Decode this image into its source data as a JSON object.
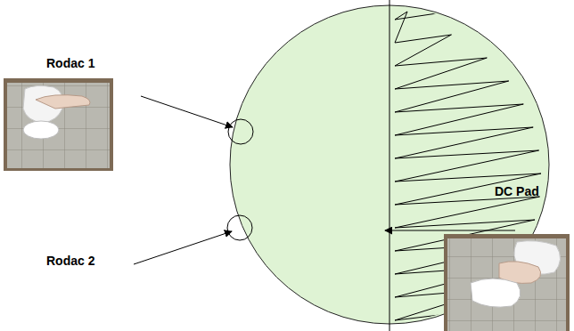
{
  "diagram": {
    "labels": [
      "Rodac 1",
      "Rodac 2",
      "DC Pad"
    ]
  }
}
